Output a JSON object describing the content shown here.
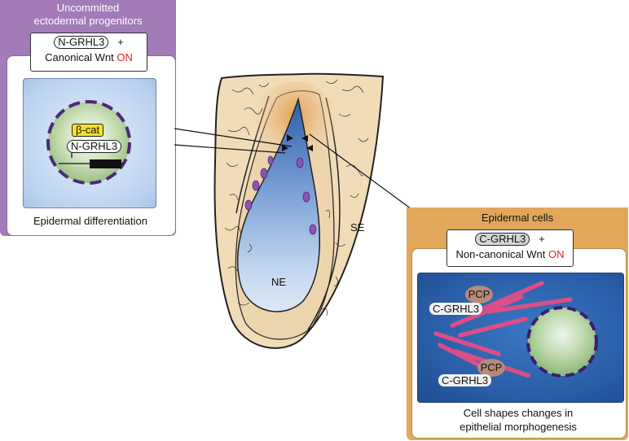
{
  "left_panel": {
    "title_line1": "Uncommitted",
    "title_line2": "ectodermal progenitors",
    "factor": "N-GRHL3",
    "plus": "+",
    "pathway_text": "Canonical Wnt",
    "pathway_state": "ON",
    "cell_labels": {
      "beta_cat": "β-cat",
      "gene": "N-GRHL3"
    },
    "caption": "Epidermal differentiation"
  },
  "right_panel": {
    "title": "Epidermal cells",
    "factor": "C-GRHL3",
    "plus": "+",
    "pathway_text": "Non-canonical Wnt",
    "pathway_state": "ON",
    "cell_labels": {
      "pcp_top": "PCP",
      "grhl_top": "C-GRHL3",
      "pcp_bottom": "PCP",
      "grhl_bottom": "C-GRHL3"
    },
    "caption_line1": "Cell shapes changes in",
    "caption_line2": "epithelial morphogenesis"
  },
  "embryo": {
    "ne_label": "NE",
    "se_label": "SE"
  },
  "colors": {
    "left_panel": "#a27bb8",
    "right_panel": "#e2a75b",
    "on_red": "#d22222",
    "tissue": "#f1dcb8",
    "neural_plate": "#5f86c4",
    "purple_cells": "#8a55b5",
    "actin_pink": "#e8659a"
  }
}
